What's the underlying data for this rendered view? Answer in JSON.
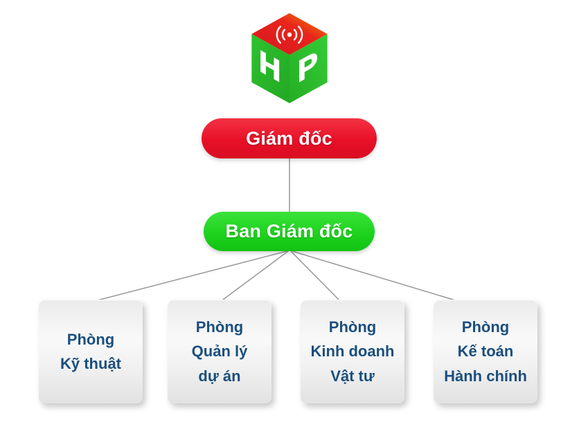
{
  "logo": {
    "letters": [
      "H",
      "P"
    ],
    "top_color": "#e31b1b",
    "glow_color": "#f59300",
    "face_color": "#2fbf2f"
  },
  "org_chart": {
    "director": {
      "label": "Giám đốc",
      "color": "#ed1b2f"
    },
    "board": {
      "label": "Ban Giám đốc",
      "color": "#1fd41f"
    },
    "departments": [
      {
        "label": "Phòng\nKỹ thuật"
      },
      {
        "label": "Phòng\nQuản lý\ndự án"
      },
      {
        "label": "Phòng\nKinh doanh\nVật tư"
      },
      {
        "label": "Phòng\nKế toán\nHành chính"
      }
    ],
    "department_text_color": "#1b4f7d"
  }
}
